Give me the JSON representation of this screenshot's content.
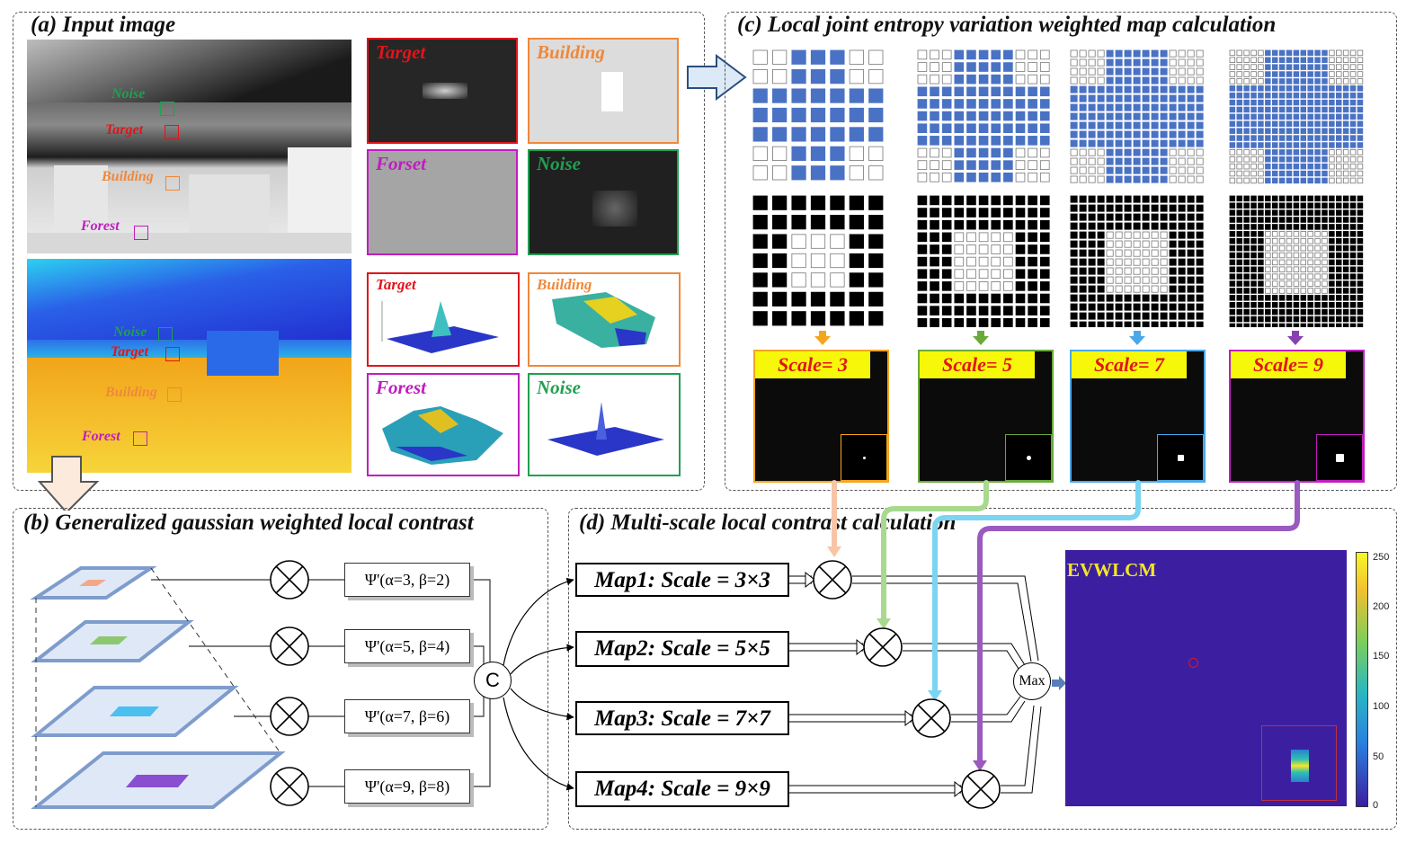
{
  "panels": {
    "a": "(a) Input image",
    "b": "(b) Generalized gaussian weighted local contrast",
    "c": "(c) Local joint entropy variation weighted map calculation",
    "d": "(d) Multi-scale local contrast calculation"
  },
  "input_labels": {
    "noise": "Noise",
    "target": "Target",
    "building": "Building",
    "forest": "Forest"
  },
  "thumbs": {
    "target": "Target",
    "building": "Building",
    "forset": "Forset",
    "noise": "Noise",
    "surf_target": "Target",
    "surf_building": "Building",
    "surf_forest": "Forest",
    "surf_noise": "Noise"
  },
  "scales": [
    "Scale= 3",
    "Scale= 5",
    "Scale= 7",
    "Scale= 9"
  ],
  "psi": [
    {
      "label": "Ψ'(α=3,  β=2)"
    },
    {
      "label": "Ψ'(α=5,  β=4)"
    },
    {
      "label": "Ψ'(α=7,  β=6)"
    },
    {
      "label": "Ψ'(α=9,  β=8)"
    }
  ],
  "concat_label": "C",
  "maps": [
    "Map1: Scale = 3×3",
    "Map2: Scale = 5×5",
    "Map3: Scale = 7×7",
    "Map4: Scale = 9×9"
  ],
  "max_label": "Max",
  "result_title": "EVWLCM",
  "colorbar_ticks": [
    "250",
    "200",
    "150",
    "100",
    "50",
    "0"
  ],
  "colors": {
    "target": "#e0151a",
    "building": "#f0883a",
    "forest": "#c01dc0",
    "noise": "#20a050",
    "scale3": "#f4a51c",
    "scale5": "#6aaa3a",
    "scale7": "#4aa8e8",
    "scale9": "#8a3fb0",
    "result_bg": "#3b1fa0"
  }
}
